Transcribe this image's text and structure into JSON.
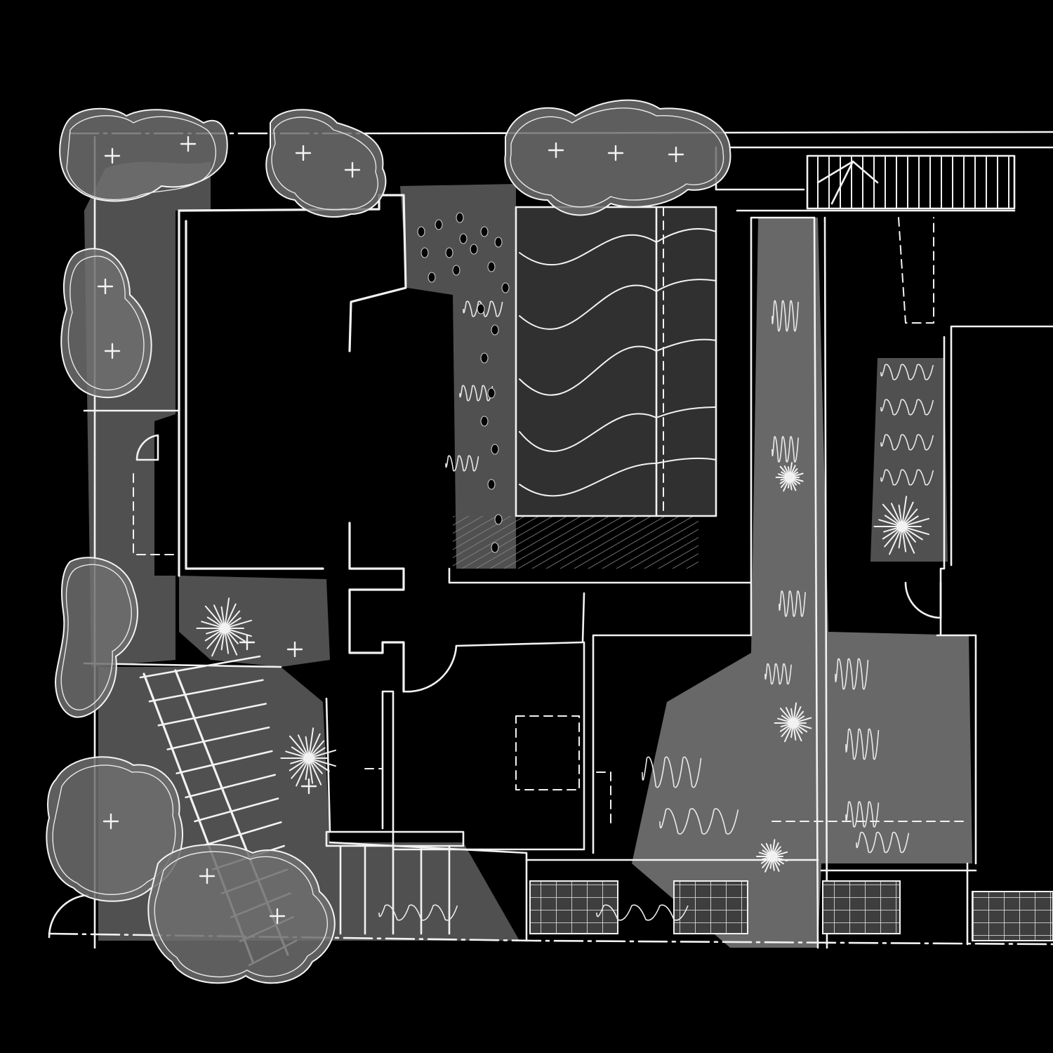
{
  "image": {
    "kind": "hand-drawn landscape site plan",
    "style": "white ink and grey pencil shading on black paper",
    "colors": {
      "background": "#000000",
      "linework": "#f2f2f2",
      "planting_shade": "#6e6e6e",
      "pool_shade": "#303030"
    }
  },
  "plan": {
    "trees": [
      {
        "name": "tree-canopy-northwest-corner",
        "plus_marks": 2
      },
      {
        "name": "tree-canopy-north-center",
        "plus_marks": 2
      },
      {
        "name": "tree-canopy-north-east",
        "plus_marks": 3
      },
      {
        "name": "tree-canopy-west-upper",
        "plus_marks": 2
      },
      {
        "name": "tree-canopy-west-lower",
        "plus_marks": 0
      },
      {
        "name": "tree-canopy-southwest",
        "plus_marks": 1
      },
      {
        "name": "tree-canopy-south-stair",
        "plus_marks": 3
      }
    ],
    "features": [
      "house-footprint",
      "pool-with-water-lines",
      "gravel-terrace",
      "diagonal-stair",
      "east-planting-strip",
      "pergola-bench",
      "paver-grids",
      "stair-hatch-northeast",
      "door-swings"
    ],
    "icons": [
      "tree-plus-marker-icon",
      "shrub-scribble-icon",
      "spiky-plant-icon"
    ]
  }
}
